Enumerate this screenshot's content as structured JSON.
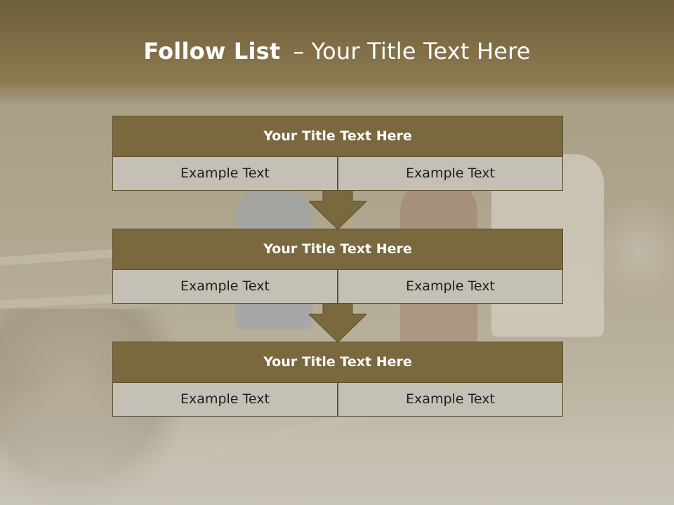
{
  "header": {
    "title_bold": "Follow List",
    "title_separator": "–",
    "title_rest": "Your Title Text Here"
  },
  "blocks": [
    {
      "title": "Your Title Text Here",
      "cells": [
        "Example Text",
        "Example Text"
      ]
    },
    {
      "title": "Your Title Text Here",
      "cells": [
        "Example Text",
        "Example Text"
      ]
    },
    {
      "title": "Your Title Text Here",
      "cells": [
        "Example Text",
        "Example Text"
      ]
    }
  ],
  "colors": {
    "header_band": "#7f6e46",
    "title_box": "#7a683f",
    "cell_box": "#c5c0b6",
    "arrow": "#7a683f"
  }
}
